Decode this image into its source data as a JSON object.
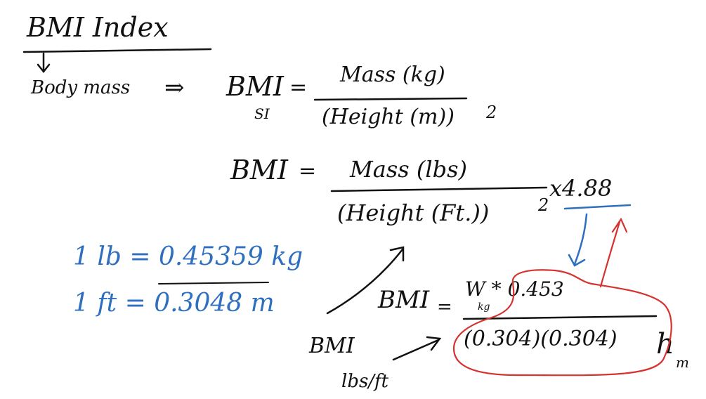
{
  "colors": {
    "ink": "#111111",
    "blue": "#2f6fc0",
    "red": "#d6322f",
    "background": "#ffffff"
  },
  "title": "BMI Index",
  "left_label": "Body mass",
  "arrow_symbol": "⇒",
  "eq1": {
    "lhs": "BMI",
    "equals": "=",
    "sub": "SI",
    "numerator": "Mass (kg)",
    "denominator": "(Height (m))",
    "power": "2"
  },
  "eq2": {
    "lhs": "BMI",
    "equals": "=",
    "numerator": "Mass (lbs)",
    "denominator": "(Height (Ft.))",
    "power": "2",
    "multiplier": "x4.88"
  },
  "conversions": {
    "line1": "1 lb = 0.45359 kg",
    "line2": "1 ft = 0.3048 m"
  },
  "eq3": {
    "lhs": "BMI",
    "equals": "=",
    "numerator": "W * 0.453",
    "numerator_sub": "kg",
    "denominator": "(0.304)(0.304)",
    "trail": "h",
    "trail_sub": "m"
  },
  "bottom_label": {
    "main": "BMI",
    "sub": "lbs/ft"
  }
}
